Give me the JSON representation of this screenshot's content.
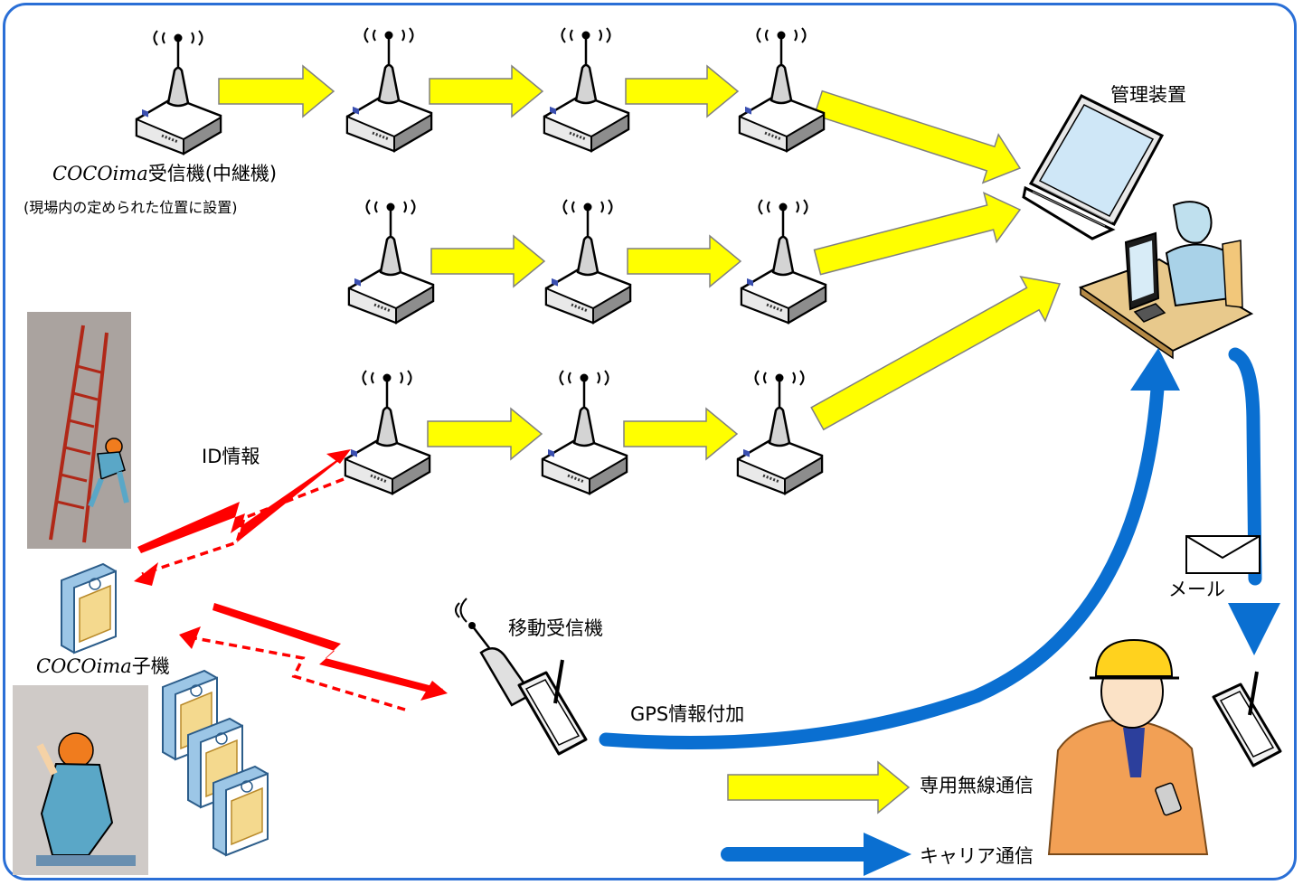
{
  "labels": {
    "receiver_brand": "COCOima",
    "receiver_suffix": "受信機(中継機)",
    "receiver_note": "(現場内の定められた位置に設置)",
    "management": "管理装置",
    "id_info": "ID情報",
    "child_brand": "COCOima",
    "child_suffix": "子機",
    "mobile_receiver": "移動受信機",
    "gps": "GPS情報付加",
    "mail": "メール",
    "legend_dedicated": "専用無線通信",
    "legend_carrier": "キャリア通信"
  },
  "colors": {
    "frame": "#2a6fd6",
    "yellow_arrow": "#ffff00",
    "carrier_blue": "#0a6fd1",
    "wireless_red": "#ff0000"
  },
  "icons": {
    "receiver": "wireless-router-icon",
    "laptop": "laptop-icon",
    "operator": "desk-operator-icon",
    "child_unit": "child-device-icon",
    "tablet": "tablet-with-stylus-icon",
    "mail": "envelope-icon"
  }
}
